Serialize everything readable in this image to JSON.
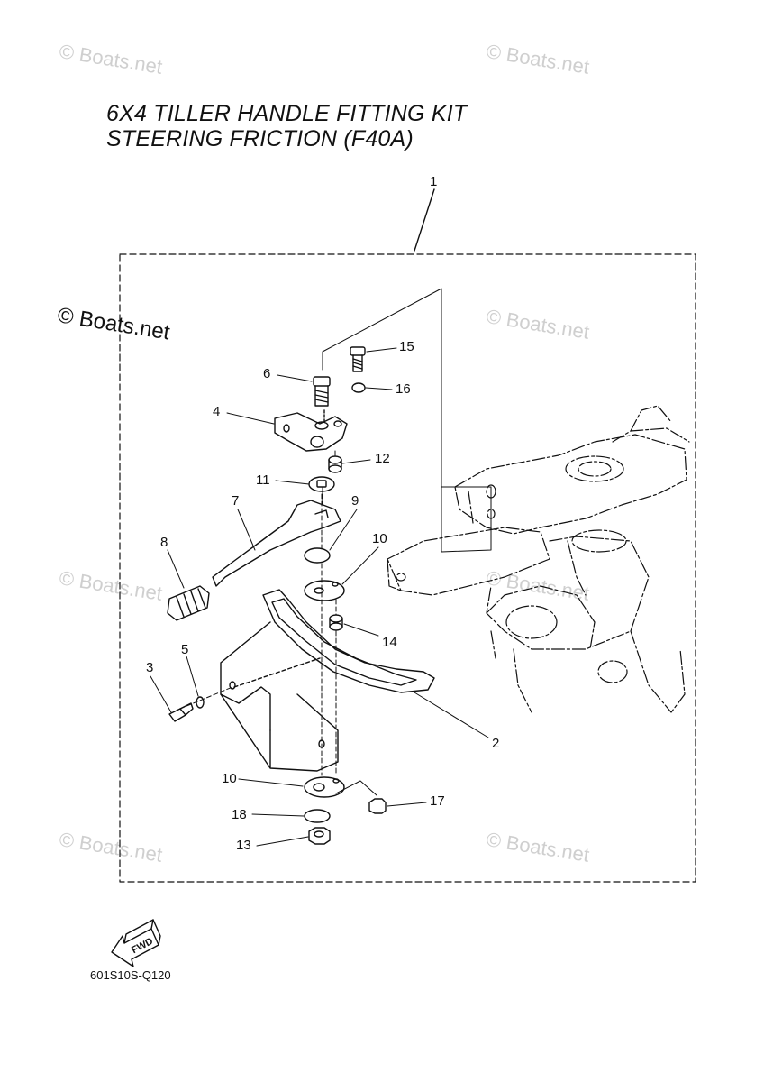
{
  "title": {
    "line1": "6X4 TILLER HANDLE FITTING KIT",
    "line2": "STEERING FRICTION (F40A)"
  },
  "watermark": {
    "text": "© Boats.net",
    "color": "#cfcfcf",
    "dark_color": "#111111"
  },
  "callouts": {
    "c1": "1",
    "c2": "2",
    "c3": "3",
    "c4": "4",
    "c5": "5",
    "c6": "6",
    "c7": "7",
    "c8": "8",
    "c9": "9",
    "c10a": "10",
    "c10b": "10",
    "c11": "11",
    "c12": "12",
    "c13": "13",
    "c14": "14",
    "c15": "15",
    "c16": "16",
    "c17": "17",
    "c18": "18"
  },
  "fwd_label": "FWD",
  "diagram_code": "601S10S-Q120"
}
